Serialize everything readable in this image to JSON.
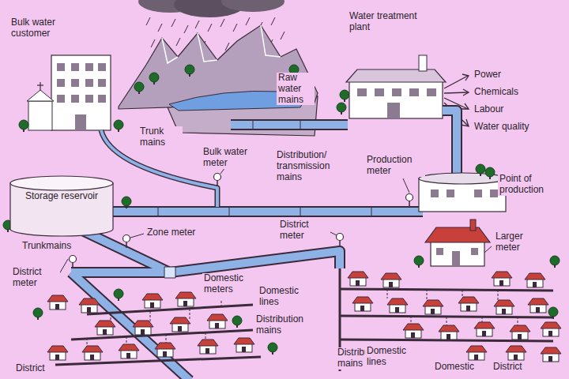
{
  "diagram": {
    "nodes": [
      {
        "text": [
          "Storage reservoir"
        ]
      }
    ],
    "labels": [
      "Bulk water customer",
      "Raw water mains",
      "Water treatment plant",
      "Power",
      "Chemicals",
      "Labour",
      "Water quality",
      "Trunk mains",
      "Bulk water meter",
      "Distribution/ transmission mains",
      "Production meter",
      "Point of production",
      "Zone meter",
      "District meter",
      "Trunkmains",
      "Larger meter",
      "District meter",
      "Domestic meters",
      "Domestic lines",
      "Distribution mains",
      "Distribution mains",
      "Domestic lines",
      "Domestic",
      "District",
      "District"
    ]
  }
}
